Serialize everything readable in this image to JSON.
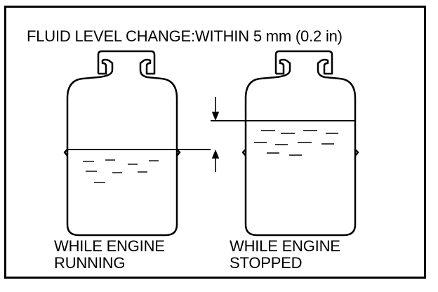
{
  "heading": "FLUID LEVEL CHANGE:WITHIN 5 mm (0.2 in)",
  "left_caption": {
    "line1": "WHILE ENGINE",
    "line2": "RUNNING"
  },
  "right_caption": {
    "line1": "WHILE ENGINE",
    "line2": "STOPPED"
  },
  "colors": {
    "ink": "#000000",
    "paper": "#ffffff"
  }
}
